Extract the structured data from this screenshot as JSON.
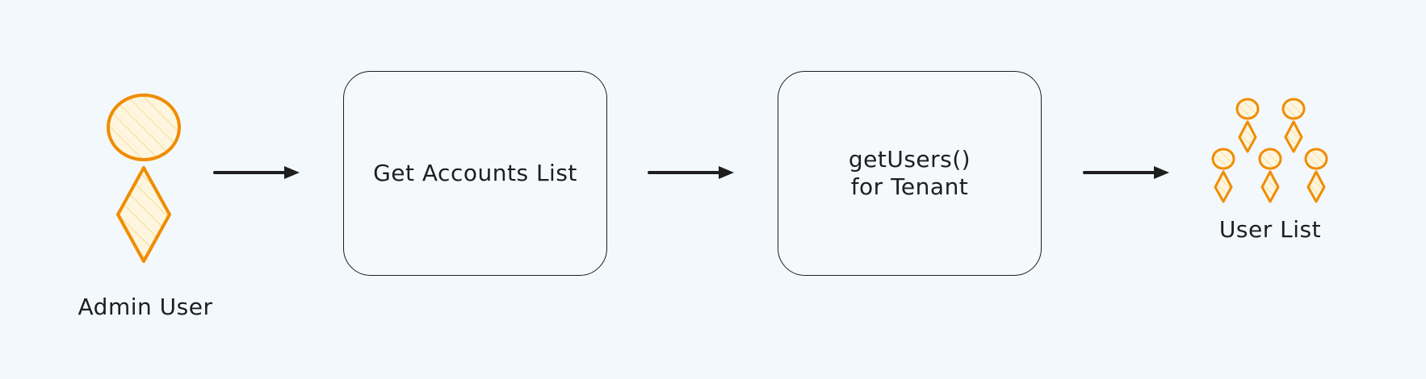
{
  "diagram": {
    "nodes": {
      "admin": {
        "label": "Admin User"
      },
      "accounts": {
        "label": "Get Accounts List"
      },
      "get_users": {
        "line1": "getUsers()",
        "line2": "for Tenant"
      },
      "user_list": {
        "label": "User List"
      }
    },
    "colors": {
      "accent": "#f08c00",
      "stroke": "#1e1e1e",
      "background": "#f3f8fc"
    },
    "icons": {
      "admin": "person-icon",
      "user_list": "people-group-icon"
    }
  }
}
